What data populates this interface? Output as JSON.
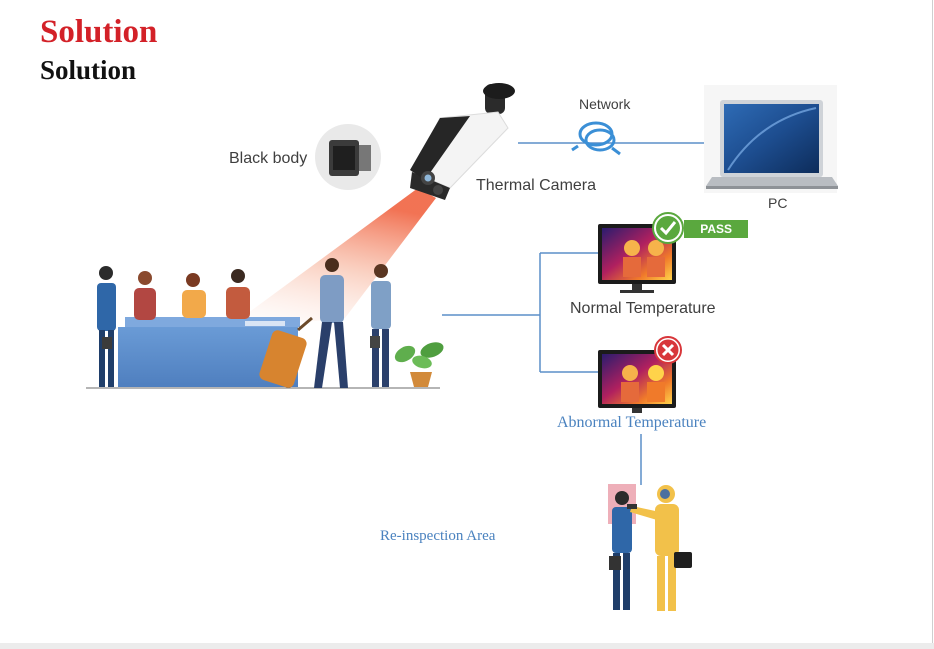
{
  "slide": {
    "title_red": "Solution",
    "title_black": "Solution"
  },
  "diagram": {
    "black_body_label": "Black body",
    "network_label": "Network",
    "thermal_camera_label": "Thermal Camera",
    "pc_label": "PC",
    "pass_badge": "PASS",
    "normal_label": "Normal Temperature",
    "abnormal_label": "Abnormal Temperature",
    "reinspection_label": "Re-inspection Area"
  },
  "colors": {
    "title_red": "#d32128",
    "connector_blue": "#5b8fc9",
    "label_blue": "#4a82bf",
    "pass_green": "#5aa83e",
    "fail_red": "#d8363a",
    "beam_orange": "#f0603a"
  },
  "icons": [
    "black-body-device-icon",
    "thermal-camera-icon",
    "network-cable-icon",
    "laptop-icon",
    "check-icon",
    "cross-icon",
    "thermal-monitor-icon",
    "reception-desk-icon",
    "person-icon",
    "suitcase-icon",
    "plant-icon",
    "hazmat-inspector-icon",
    "briefcase-icon"
  ]
}
